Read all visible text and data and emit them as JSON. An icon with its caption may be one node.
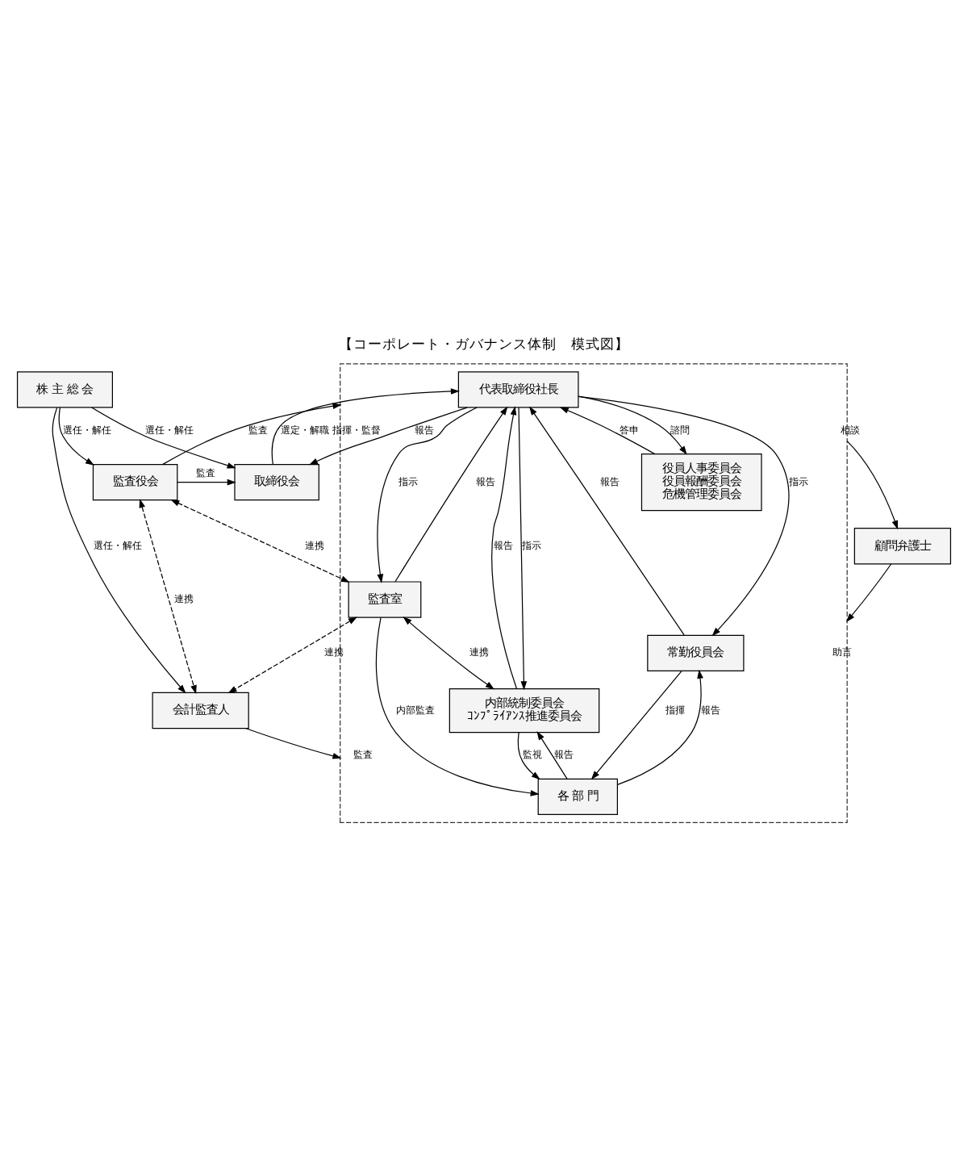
{
  "diagram": {
    "title": "【コーポレート・ガバナンス体制　模式図】",
    "nodes": [
      {
        "text": [
          "株 主 総 会"
        ]
      },
      {
        "text": [
          "顧問弁護士"
        ]
      },
      {
        "text": [
          "取締役会"
        ]
      },
      {
        "text": [
          "監査役会"
        ]
      },
      {
        "text": [
          "会計監査人"
        ]
      },
      {
        "text": [],
        "shape": "box"
      },
      {
        "text": [
          "代表取締役社長"
        ],
        "in": 5
      },
      {
        "text": [
          "監査室"
        ],
        "in": 5
      },
      {
        "text": [
          "内部統制委員会",
          "ｺﾝﾌﾟﾗｲｱﾝｽ推進委員会"
        ],
        "in": 5
      },
      {
        "text": [
          "常勤役員会"
        ],
        "in": 5
      },
      {
        "text": [
          "役員人事委員会",
          "役員報酬委員会",
          "危機管理委員会"
        ],
        "in": 5
      },
      {
        "text": [
          "各 部 門"
        ],
        "in": 5
      }
    ],
    "edges": [
      {
        "from": 0,
        "to": 2,
        "arrow": "to",
        "label": "選任・解任"
      },
      {
        "from": 0,
        "to": 3,
        "arrow": "to",
        "label": "選任・解任"
      },
      {
        "from": 0,
        "to": 4,
        "arrow": "to",
        "label": "選任・解任"
      },
      {
        "from": 3,
        "to": 2,
        "arrow": "to",
        "label": "監査"
      },
      {
        "from": 3,
        "to": 4,
        "arrow": "both",
        "style": "dashed",
        "label": "連携"
      },
      {
        "from": 2,
        "to": 6,
        "arrow": "to",
        "label": "選定・解職 指揮・監督"
      },
      {
        "from": 6,
        "to": 2,
        "arrow": "to",
        "label": "報告"
      },
      {
        "from": 3,
        "to": 5,
        "arrow": "to",
        "label": "監査"
      },
      {
        "from": 3,
        "to": 7,
        "arrow": "both",
        "style": "dashed",
        "label": "連携"
      },
      {
        "from": 5,
        "to": 1,
        "arrow": "to",
        "label": "相談"
      },
      {
        "from": 1,
        "to": 5,
        "arrow": "to",
        "label": "助言"
      },
      {
        "from": 6,
        "to": 7,
        "arrow": "to",
        "label": "指示"
      },
      {
        "from": 7,
        "to": 6,
        "arrow": "to",
        "label": "報告"
      },
      {
        "from": 7,
        "to": 4,
        "arrow": "both",
        "style": "dashed",
        "label": "連携"
      },
      {
        "from": 6,
        "to": 8,
        "arrow": "to",
        "label": "指示"
      },
      {
        "from": 8,
        "to": 6,
        "arrow": "to",
        "label": "報告"
      },
      {
        "from": 7,
        "to": 8,
        "arrow": "both",
        "label": "連携"
      },
      {
        "from": 6,
        "to": 9,
        "arrow": "to",
        "label": "指示"
      },
      {
        "from": 9,
        "to": 6,
        "arrow": "to",
        "label": "報告"
      },
      {
        "from": 6,
        "to": 10,
        "arrow": "to",
        "label": "諮問"
      },
      {
        "from": 10,
        "to": 6,
        "arrow": "to",
        "label": "答申"
      },
      {
        "from": 7,
        "to": 11,
        "arrow": "to",
        "label": "内部監査"
      },
      {
        "from": 4,
        "to": 5,
        "arrow": "to",
        "label": "監査"
      },
      {
        "from": 8,
        "to": 11,
        "arrow": "to",
        "label": "監視"
      },
      {
        "from": 11,
        "to": 8,
        "arrow": "to",
        "label": "報告"
      },
      {
        "from": 9,
        "to": 11,
        "arrow": "to",
        "label": "指揮"
      },
      {
        "from": 11,
        "to": 9,
        "arrow": "to",
        "label": "報告"
      }
    ]
  }
}
